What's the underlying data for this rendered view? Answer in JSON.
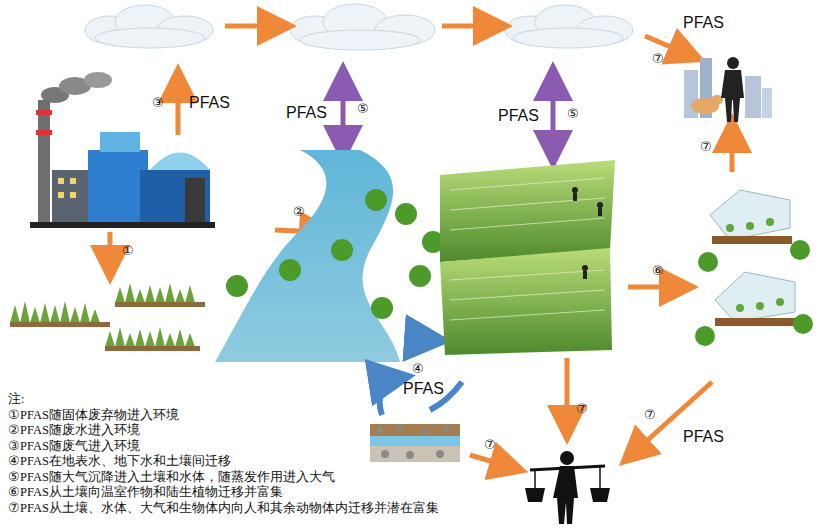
{
  "diagram": {
    "labels": [
      "PFAS",
      "⑦",
      "③",
      "PFAS",
      "PFAS",
      "⑤",
      "PFAS",
      "⑤",
      "⑦",
      "②",
      "①",
      "⑥",
      "④",
      "PFAS",
      "⑦",
      "⑦",
      "⑦",
      "PFAS",
      "注:",
      "①PFAS随固体废弃物进入环境",
      "②PFAS随废水进入环境",
      "③PFAS随废气进入环境",
      "④PFAS在地表水、地下水和土壤间迁移",
      "⑤PFAS随大气沉降进入土壤和水体，随蒸发作用进入大气",
      "⑥PFAS从土壤向温室作物和陆生植物迁移并富集",
      "⑦PFAS从土壤、水体、大气和生物体内向人和其余动物体内迁移并潜在富集"
    ]
  }
}
